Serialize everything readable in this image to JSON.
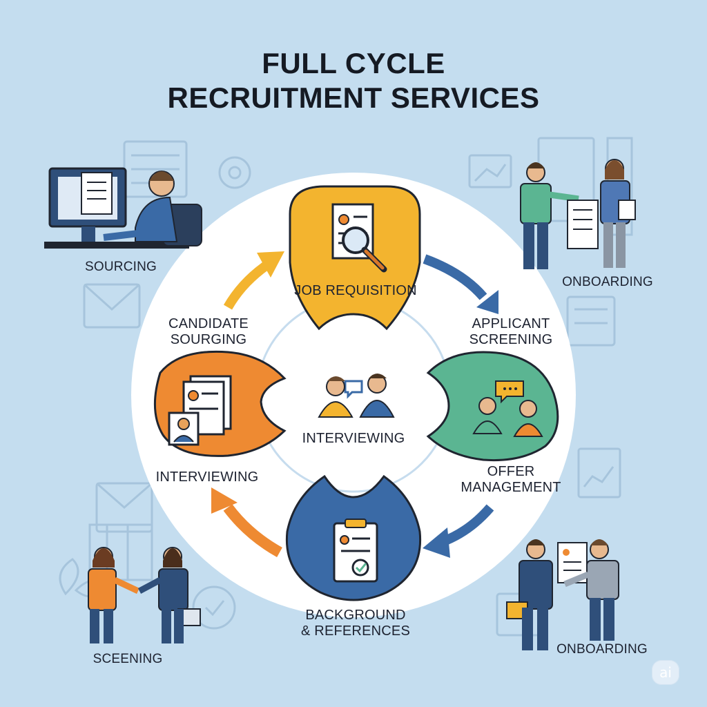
{
  "title": {
    "line1": "FULL CYCLE",
    "line2": "RECRUITMENT SERVICES"
  },
  "center_label": "INTERVIEWING",
  "cycle_stages": [
    {
      "label": "JOB REQUISITION",
      "color": "#f3b42f",
      "icon": "resume-magnifier-icon"
    },
    {
      "label": "APPLICANT\nSCREENING",
      "icon": "blue-arrow"
    },
    {
      "label": "CANDIDATE\nSOURGING",
      "icon": "yellow-arrow"
    },
    {
      "label": "INTERVIEWING",
      "color": "#ee8a32",
      "icon": "resume-stack-icon"
    },
    {
      "label": "OFFER\nMANAGEMENT",
      "color": "#5bb592",
      "icon": "two-people-chat-icon"
    },
    {
      "label": "BACKGROUND\n& REFERENCES",
      "color": "#3a6aa6",
      "icon": "clipboard-check-icon"
    }
  ],
  "corner_scenes": [
    {
      "label": "SOURCING",
      "icon": "person-at-computer-icon"
    },
    {
      "label": "ONBOARDING",
      "icon": "document-handoff-icon"
    },
    {
      "label": "SCEENING",
      "icon": "handshake-icon"
    },
    {
      "label": "ONBOARDING",
      "icon": "handshake-document-icon"
    }
  ],
  "watermark": "ai",
  "colors": {
    "background": "#c4ddef",
    "yellow": "#f3b42f",
    "orange": "#ee8a32",
    "green": "#5bb592",
    "blue": "#3a6aa6"
  }
}
